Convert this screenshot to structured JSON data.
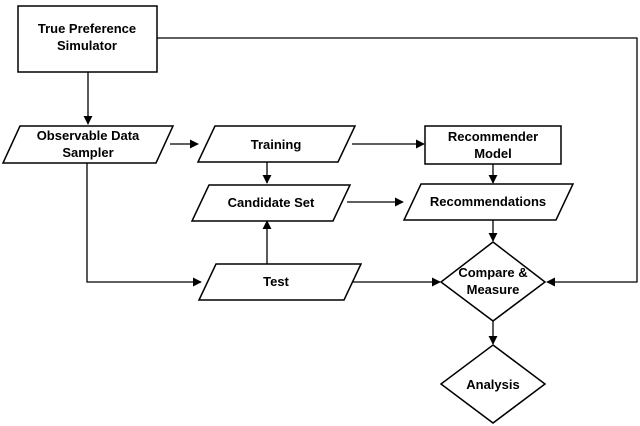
{
  "nodes": {
    "simulator": {
      "line1": "True Preference",
      "line2": "Simulator"
    },
    "sampler": {
      "line1": "Observable Data",
      "line2": "Sampler"
    },
    "training": {
      "label": "Training"
    },
    "candidate_set": {
      "label": "Candidate Set"
    },
    "test": {
      "label": "Test"
    },
    "recommender": {
      "line1": "Recommender",
      "line2": "Model"
    },
    "recommendations": {
      "label": "Recommendations"
    },
    "compare": {
      "line1": "Compare &",
      "line2": "Measure"
    },
    "analysis": {
      "label": "Analysis"
    }
  }
}
